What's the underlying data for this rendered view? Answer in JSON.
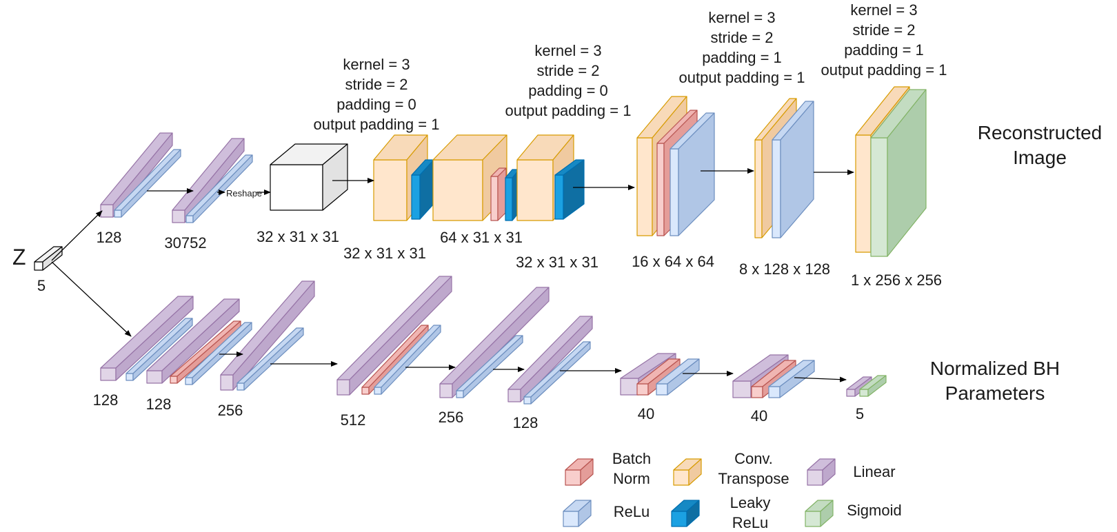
{
  "colors": {
    "linear": {
      "front": "#e1d5e7",
      "top": "#cfbedb",
      "side": "#bea8cc",
      "stroke": "#9673a6"
    },
    "relu": {
      "front": "#dae8fc",
      "top": "#c6d8f2",
      "side": "#b0c6e6",
      "stroke": "#6c8ebf"
    },
    "batchnorm": {
      "front": "#f8cecc",
      "top": "#f0b5b2",
      "side": "#e49d99",
      "stroke": "#b85450"
    },
    "convt": {
      "front": "#ffe6cc",
      "top": "#f8dab9",
      "side": "#f0caa0",
      "stroke": "#d79b00"
    },
    "leaky": {
      "front": "#1ba1e2",
      "top": "#1689c4",
      "side": "#0f6fa3",
      "stroke": "#006eaf"
    },
    "sigmoid": {
      "front": "#d5e8d4",
      "top": "#c3dcc1",
      "side": "#adcdab",
      "stroke": "#82b366"
    },
    "input": {
      "front": "#ffffff",
      "top": "#f2f2f2",
      "side": "#e2e2e2",
      "stroke": "#000000"
    },
    "arrow": "#000000"
  },
  "input": {
    "label": "Z",
    "size": "5"
  },
  "reshape_label": "Reshape",
  "titles": {
    "image_line1": "Reconstructed",
    "image_line2": "Image",
    "params_line1": "Normalized BH",
    "params_line2": "Parameters"
  },
  "image_branch": {
    "sizes": [
      "128",
      "30752",
      "32 x 31 x 31",
      "32 x 31 x 31",
      "64 x 31 x 31",
      "32 x 31 x 31",
      "16 x 64 x 64",
      "8 x 128 x 128",
      "1 x 256 x 256"
    ],
    "conv_params": [
      [
        "kernel = 3",
        "stride = 2",
        "padding = 0",
        "output padding = 1"
      ],
      [
        "kernel = 3",
        "stride = 2",
        "padding = 0",
        "output padding = 1"
      ],
      [
        "kernel = 3",
        "stride = 2",
        "padding = 1",
        "output padding = 1"
      ],
      [
        "kernel = 3",
        "stride = 2",
        "padding = 1",
        "output padding = 1"
      ]
    ]
  },
  "param_branch": {
    "sizes": [
      "128",
      "128",
      "256",
      "512",
      "256",
      "128",
      "40",
      "40",
      "5"
    ]
  },
  "legend": [
    {
      "type": "batchnorm",
      "lines": [
        "Batch",
        "Norm"
      ]
    },
    {
      "type": "convt",
      "lines": [
        "Conv.",
        "Transpose"
      ]
    },
    {
      "type": "linear",
      "lines": [
        "Linear"
      ]
    },
    {
      "type": "relu",
      "lines": [
        "ReLu"
      ]
    },
    {
      "type": "leaky",
      "lines": [
        "Leaky",
        "ReLu"
      ]
    },
    {
      "type": "sigmoid",
      "lines": [
        "Sigmoid"
      ]
    }
  ]
}
